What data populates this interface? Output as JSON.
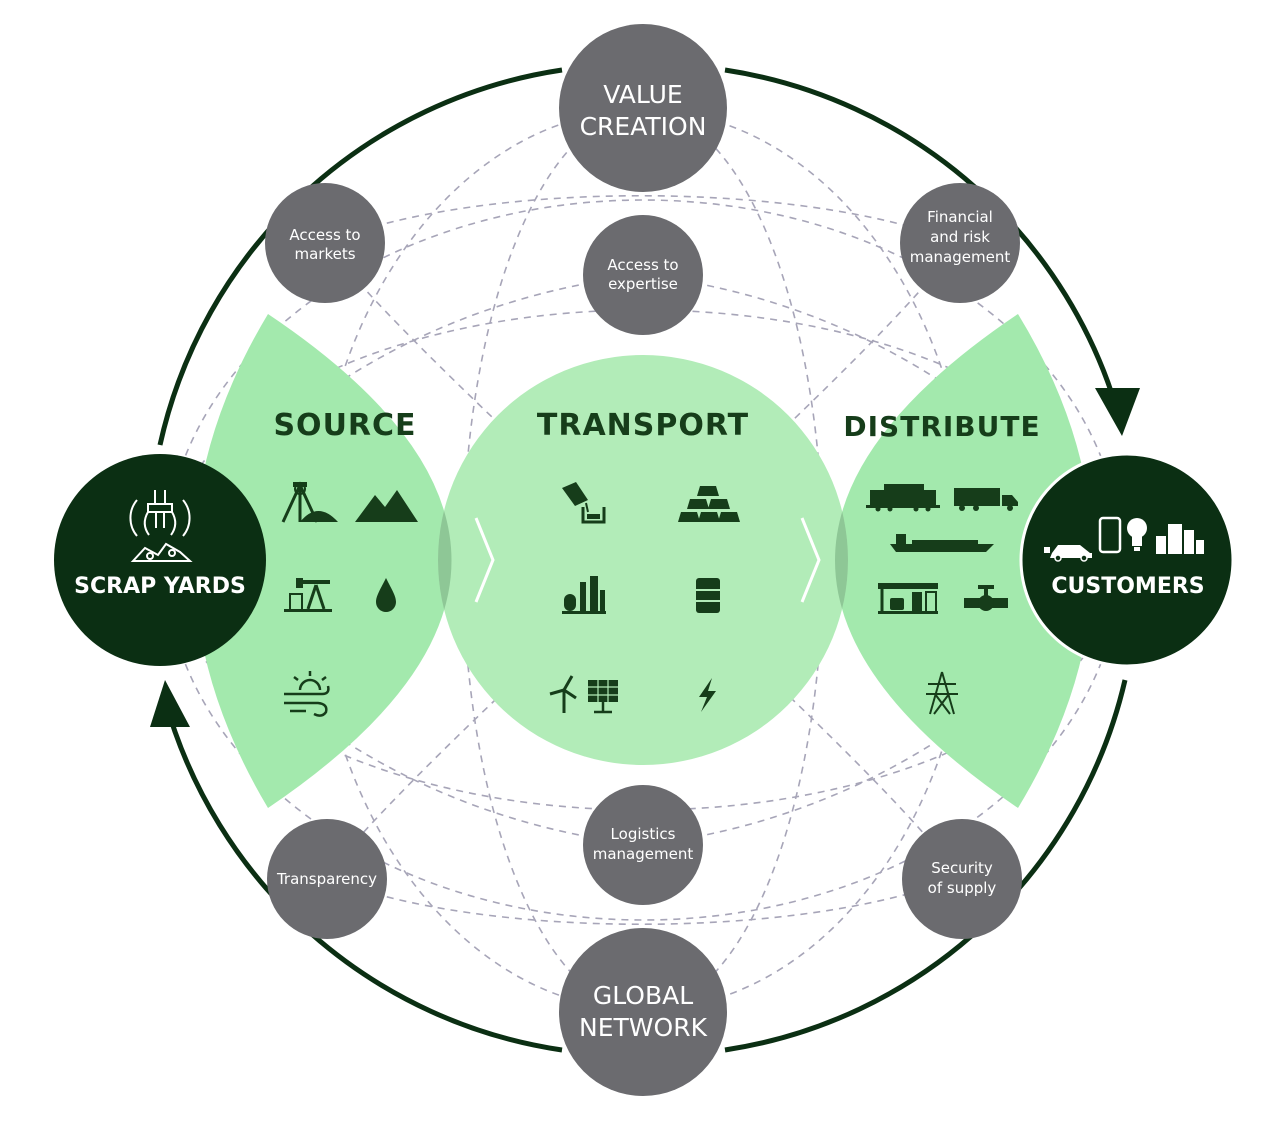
{
  "top_node": {
    "lines": [
      "VALUE",
      "CREATION"
    ]
  },
  "bottom_node": {
    "lines": [
      "GLOBAL",
      "NETWORK"
    ]
  },
  "benefits": {
    "access_markets": [
      "Access to",
      "markets"
    ],
    "access_expertise": [
      "Access to",
      "expertise"
    ],
    "financial_risk": [
      "Financial",
      "and risk",
      "management"
    ],
    "logistics": [
      "Logistics",
      "management"
    ],
    "transparency": [
      "Transparency"
    ],
    "security_supply": [
      "Security",
      "of supply"
    ]
  },
  "stages": {
    "source": "SOURCE",
    "transport": "TRANSPORT",
    "distribute": "DISTRIBUTE"
  },
  "endpoints": {
    "scrap_yards": "SCRAP YARDS",
    "customers": "CUSTOMERS"
  },
  "icons": {
    "source": [
      "mine-headframe-icon",
      "mountains-icon",
      "oil-pumpjack-icon",
      "oil-drop-icon",
      "wind-sun-icon"
    ],
    "transport": [
      "pouring-ladle-icon",
      "gold-bars-icon",
      "refinery-icon",
      "barrel-icon",
      "wind-solar-icon",
      "lightning-icon"
    ],
    "distribute": [
      "train-icon",
      "truck-icon",
      "tanker-ship-icon",
      "gas-station-icon",
      "pipeline-valve-icon",
      "power-pylon-icon"
    ],
    "customers": [
      "ev-car-icon",
      "smartphone-icon",
      "light-bulb-icon",
      "city-buildings-icon"
    ],
    "scrap_yards": "scrap-claw-icon"
  },
  "colors": {
    "dark_green": "#0b2f13",
    "light_green": "#a3e9ad",
    "mid_green": "#8ec796",
    "grey": "#6b6b6f",
    "dashed": "#a7a5b8",
    "icon": "#163d1a"
  }
}
